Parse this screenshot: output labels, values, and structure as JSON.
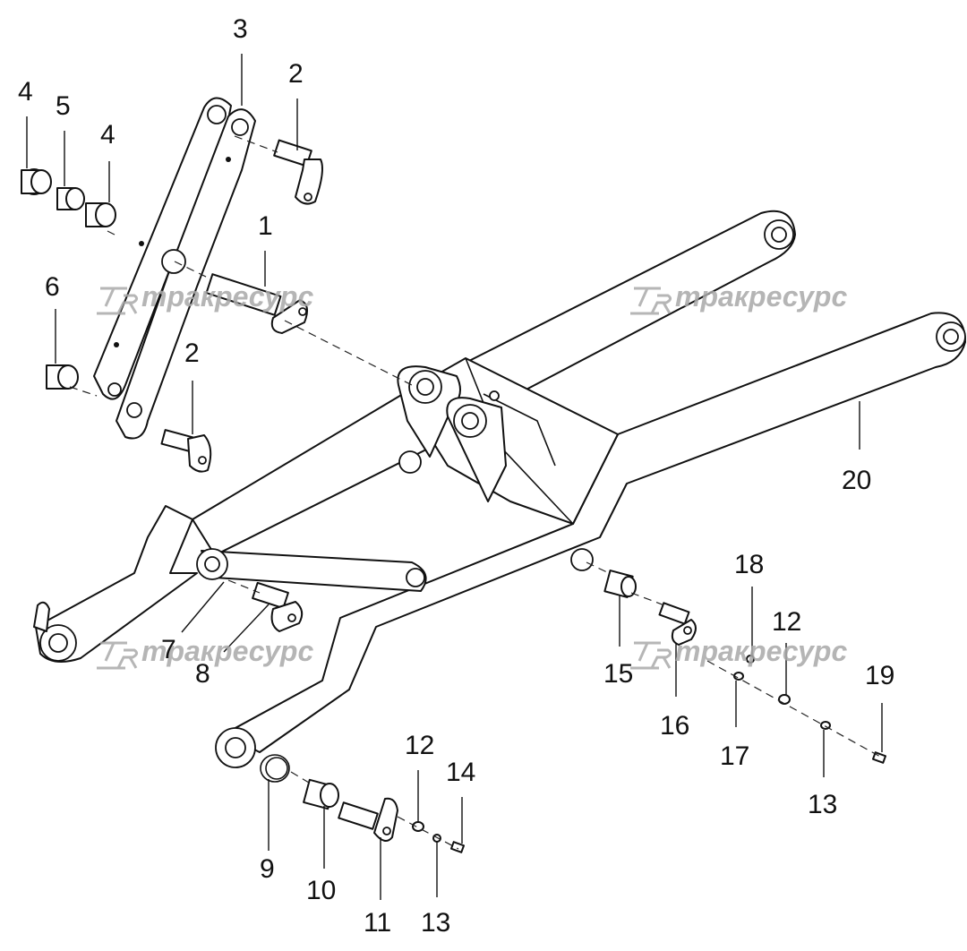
{
  "watermark": {
    "brand_text": "тракресурс",
    "logo_letters": "TR",
    "color": "#a9a9a9"
  },
  "callouts": {
    "c1": "1",
    "c2a": "2",
    "c2b": "2",
    "c3": "3",
    "c4a": "4",
    "c4b": "4",
    "c5": "5",
    "c6": "6",
    "c7": "7",
    "c8": "8",
    "c9": "9",
    "c10": "10",
    "c11": "11",
    "c12a": "12",
    "c12b": "12",
    "c13a": "13",
    "c13b": "13",
    "c14": "14",
    "c15": "15",
    "c16": "16",
    "c17": "17",
    "c18": "18",
    "c19": "19",
    "c20": "20"
  }
}
